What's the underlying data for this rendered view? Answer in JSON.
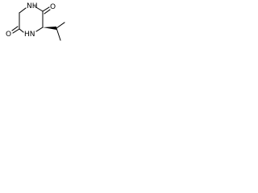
{
  "diagram": {
    "type": "chemical-structure",
    "atoms": {
      "nh_top": "NH",
      "o_right": "O",
      "o_left": "O",
      "hn_bottom": "HN"
    },
    "colors": {
      "ink": "#000000",
      "background": "#ffffff"
    }
  }
}
